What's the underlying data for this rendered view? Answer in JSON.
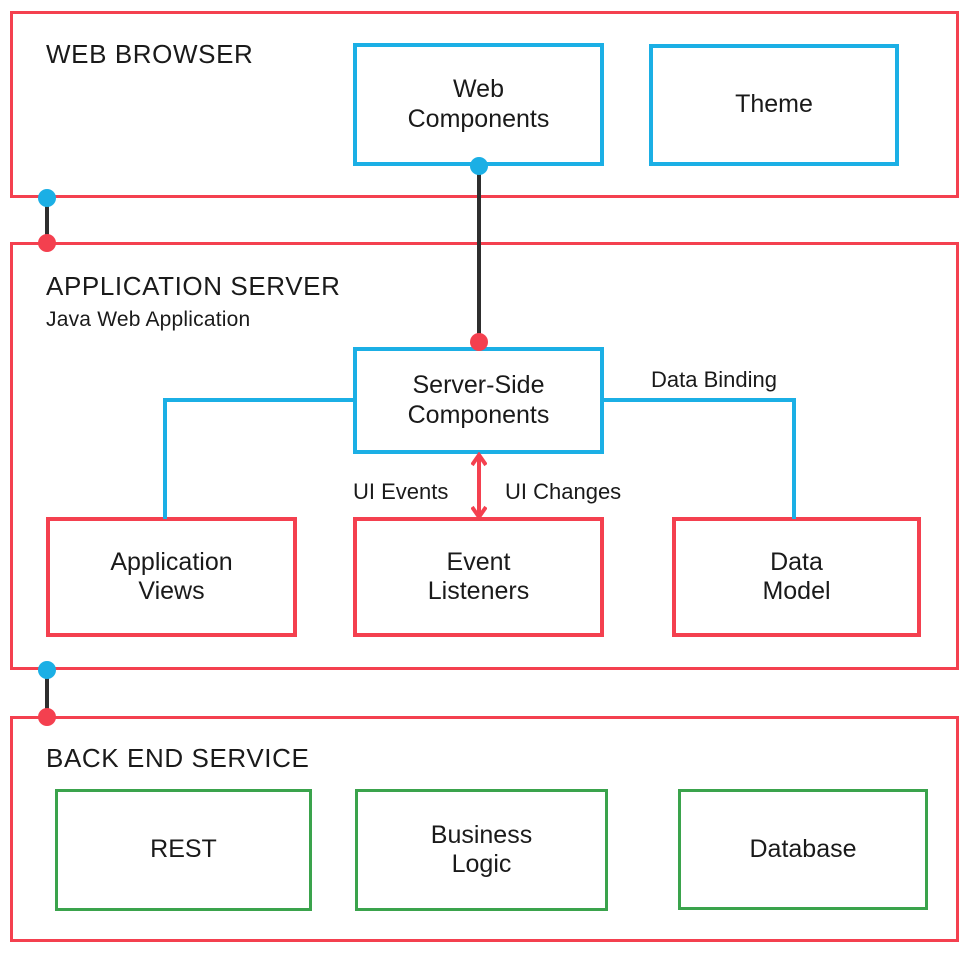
{
  "colors": {
    "red": "#F4404F",
    "blue": "#1BAFE5",
    "green": "#3AA34C",
    "dark": "#2E2E2E",
    "text": "#1a1a1a",
    "background": "#FFFFFF"
  },
  "diagram": {
    "type": "layered-architecture",
    "tiers": [
      {
        "id": "web-browser",
        "title": "WEB BROWSER",
        "subtitle": "",
        "border_color": "#F4404F",
        "nodes": [
          {
            "id": "web-components",
            "label": "Web\nComponents",
            "border_color": "#1BAFE5"
          },
          {
            "id": "theme",
            "label": "Theme",
            "border_color": "#1BAFE5"
          }
        ]
      },
      {
        "id": "application-server",
        "title": "APPLICATION SERVER",
        "subtitle": "Java Web Application",
        "border_color": "#F4404F",
        "nodes": [
          {
            "id": "server-side-components",
            "label": "Server-Side\nComponents",
            "border_color": "#1BAFE5"
          },
          {
            "id": "application-views",
            "label": "Application\nViews",
            "border_color": "#F4404F"
          },
          {
            "id": "event-listeners",
            "label": "Event\nListeners",
            "border_color": "#F4404F"
          },
          {
            "id": "data-model",
            "label": "Data\nModel",
            "border_color": "#F4404F"
          }
        ]
      },
      {
        "id": "back-end-service",
        "title": "BACK END SERVICE",
        "subtitle": "",
        "border_color": "#F4404F",
        "nodes": [
          {
            "id": "rest",
            "label": "REST",
            "border_color": "#3AA34C"
          },
          {
            "id": "business-logic",
            "label": "Business\nLogic",
            "border_color": "#3AA34C"
          },
          {
            "id": "database",
            "label": "Database",
            "border_color": "#3AA34C"
          }
        ]
      }
    ],
    "edge_labels": {
      "data_binding": "Data Binding",
      "ui_events": "UI Events",
      "ui_changes": "UI Changes"
    },
    "connections": [
      {
        "from": "web-components",
        "to": "server-side-components",
        "style": "dark-line-with-endpoint-dots"
      },
      {
        "from": "web-browser",
        "to": "application-server",
        "style": "dark-line-with-endpoint-dots"
      },
      {
        "from": "application-server",
        "to": "back-end-service",
        "style": "dark-line-with-endpoint-dots"
      },
      {
        "from": "server-side-components",
        "to": "application-views",
        "style": "blue-elbow"
      },
      {
        "from": "server-side-components",
        "to": "data-model",
        "style": "blue-elbow",
        "label": "Data Binding"
      },
      {
        "from": "server-side-components",
        "to": "event-listeners",
        "style": "red-double-arrow",
        "labels": [
          "UI Events",
          "UI Changes"
        ]
      }
    ]
  }
}
